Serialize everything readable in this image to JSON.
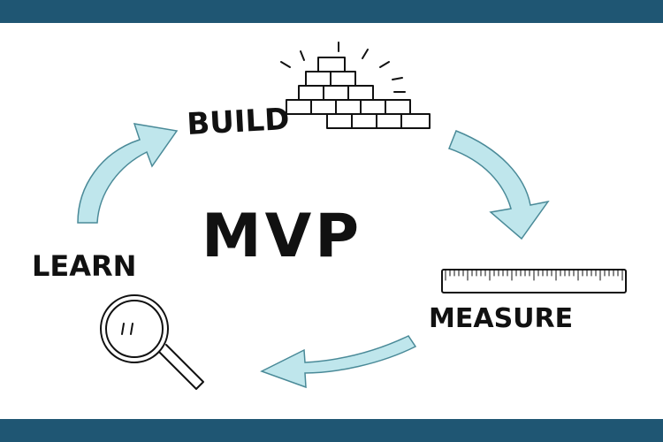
{
  "colors": {
    "band": "#1f5673",
    "arrow_fill": "#bfe6ec",
    "arrow_stroke": "#4a8a98",
    "ink": "#111111",
    "background": "#ffffff"
  },
  "center_label": "MVP",
  "stages": [
    {
      "key": "build",
      "label": "BUILD",
      "icon": "bricks-icon"
    },
    {
      "key": "measure",
      "label": "MEASURE",
      "icon": "ruler-icon"
    },
    {
      "key": "learn",
      "label": "LEARN",
      "icon": "magnifier-icon"
    }
  ]
}
